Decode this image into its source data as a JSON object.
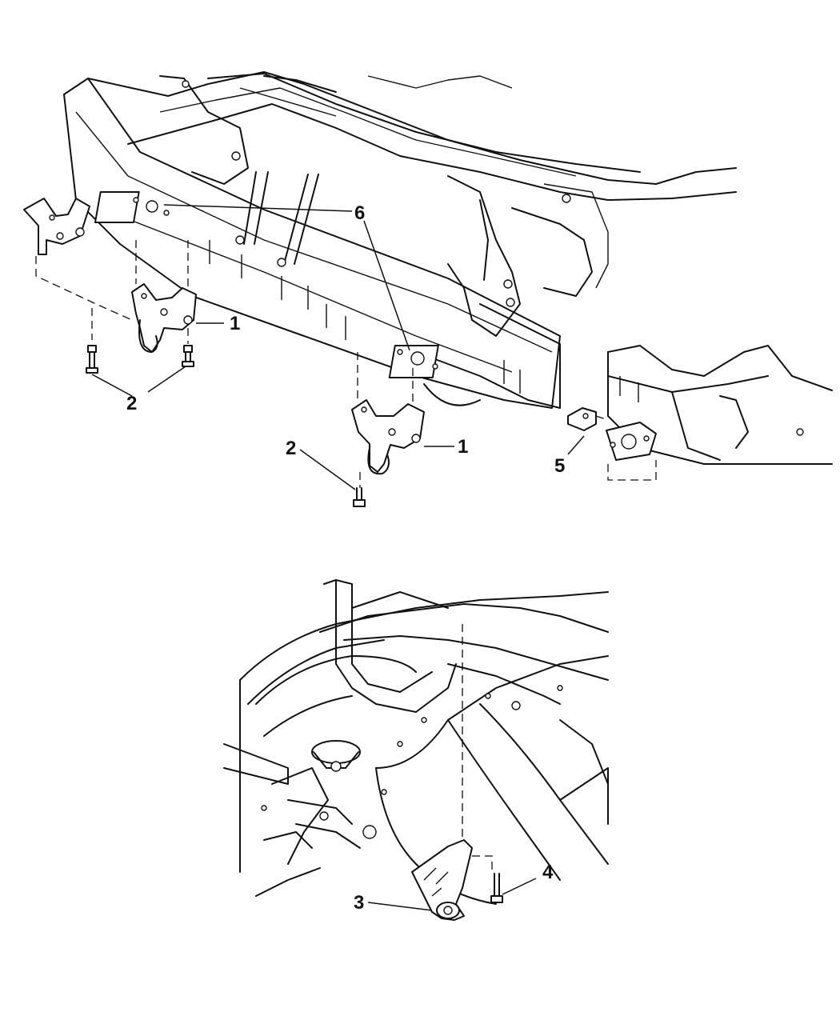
{
  "callouts": [
    {
      "id": "c1a",
      "label": "1"
    },
    {
      "id": "c1b",
      "label": "1"
    },
    {
      "id": "c2a",
      "label": "2"
    },
    {
      "id": "c2b",
      "label": "2"
    },
    {
      "id": "c3",
      "label": "3"
    },
    {
      "id": "c4",
      "label": "4"
    },
    {
      "id": "c5",
      "label": "5"
    },
    {
      "id": "c6",
      "label": "6"
    }
  ]
}
